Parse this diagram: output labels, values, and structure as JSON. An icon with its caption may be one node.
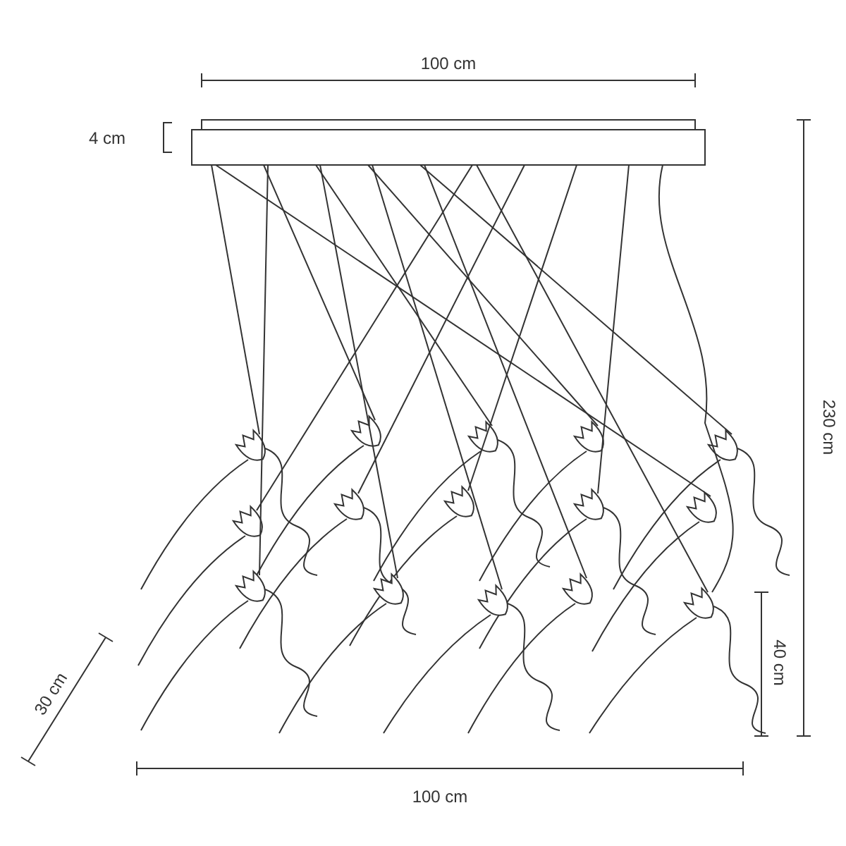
{
  "diagram": {
    "labels": [
      "100 cm",
      "4 cm",
      "230 cm",
      "40 cm",
      "30 cm",
      "100 cm"
    ]
  }
}
